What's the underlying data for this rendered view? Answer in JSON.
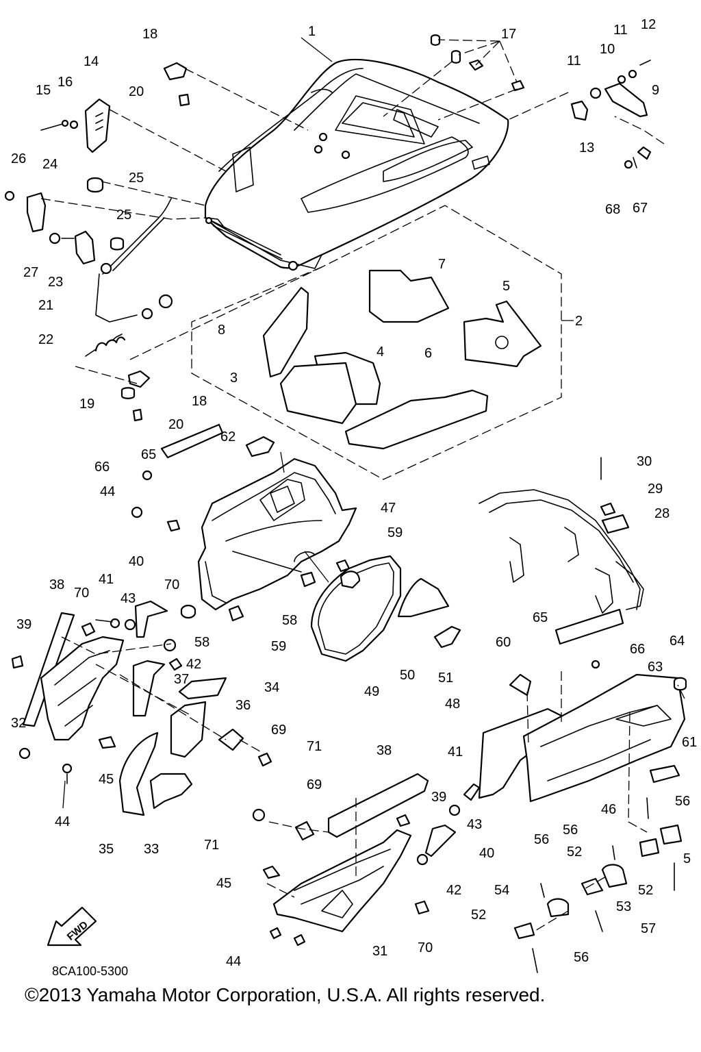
{
  "diagram": {
    "code": "8CA100-5300",
    "copyright": "©2013 Yamaha Motor Corporation, U.S.A. All rights reserved.",
    "direction_label": "FWD",
    "callouts": [
      "1",
      "2",
      "3",
      "4",
      "5",
      "6",
      "7",
      "8",
      "9",
      "10",
      "11",
      "11",
      "12",
      "13",
      "14",
      "15",
      "16",
      "17",
      "18",
      "18",
      "19",
      "20",
      "20",
      "21",
      "22",
      "23",
      "24",
      "25",
      "25",
      "26",
      "27",
      "28",
      "29",
      "30",
      "31",
      "32",
      "33",
      "34",
      "35",
      "36",
      "37",
      "38",
      "38",
      "39",
      "39",
      "40",
      "40",
      "41",
      "41",
      "42",
      "42",
      "43",
      "43",
      "44",
      "44",
      "44",
      "45",
      "45",
      "46",
      "47",
      "48",
      "49",
      "50",
      "51",
      "52",
      "52",
      "52",
      "53",
      "54",
      "56",
      "56",
      "56",
      "56",
      "57",
      "5",
      "58",
      "58",
      "59",
      "59",
      "60",
      "61",
      "62",
      "63",
      "64",
      "65",
      "65",
      "66",
      "66",
      "67",
      "68",
      "69",
      "69",
      "70",
      "70",
      "70",
      "71",
      "71"
    ]
  }
}
